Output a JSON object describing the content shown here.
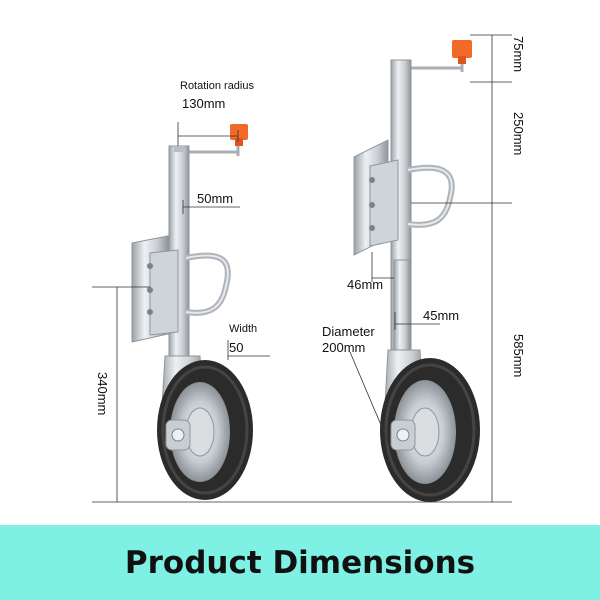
{
  "left_jack": {
    "rotation_radius_label": "Rotation radius",
    "rotation_radius_value": "130mm",
    "tube_width": "50mm",
    "wheel_width_label": "Width",
    "wheel_width_value": "50",
    "total_height": "340mm"
  },
  "right_jack": {
    "handle_height": "75mm",
    "upper_section": "250mm",
    "inner_tube": "46mm",
    "lower_tube": "45mm",
    "diameter_label": "Diameter",
    "diameter_value": "200mm",
    "lower_section": "585mm"
  },
  "banner": {
    "title": "Product Dimensions",
    "background": "#7ef0e4"
  },
  "colors": {
    "handle_knob": "#f26a2a",
    "metal": "#d4d9dd",
    "tire": "#2b2b2b"
  }
}
